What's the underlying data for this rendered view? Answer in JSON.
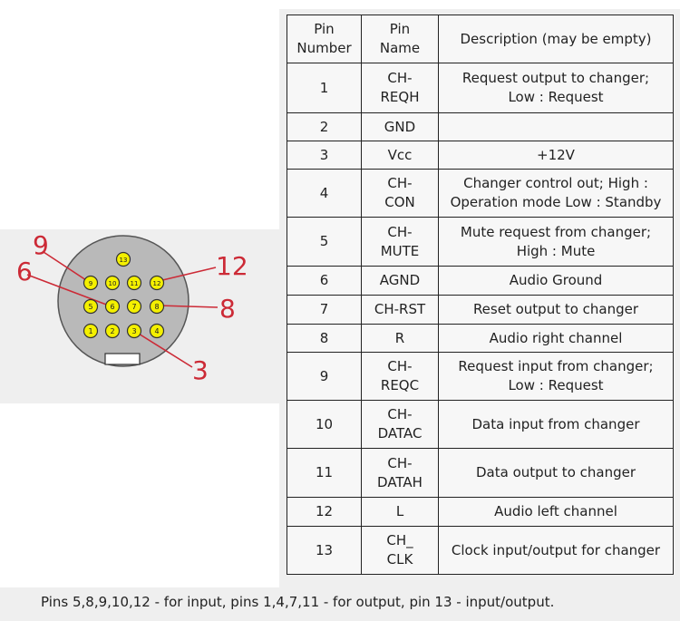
{
  "table": {
    "headers": [
      "Pin\nNumber",
      "Pin\nName",
      "Description (may be empty)"
    ],
    "rows": [
      {
        "num": "1",
        "name": "CH-\nREQH",
        "desc": "Request output to changer;\nLow : Request"
      },
      {
        "num": "2",
        "name": "GND",
        "desc": ""
      },
      {
        "num": "3",
        "name": "Vcc",
        "desc": "+12V"
      },
      {
        "num": "4",
        "name": "CH-\nCON",
        "desc": "Changer control out; High :\nOperation mode Low : Standby"
      },
      {
        "num": "5",
        "name": "CH-\nMUTE",
        "desc": "Mute request from changer;\nHigh : Mute"
      },
      {
        "num": "6",
        "name": "AGND",
        "desc": "Audio Ground"
      },
      {
        "num": "7",
        "name": "CH-RST",
        "desc": "Reset output to changer"
      },
      {
        "num": "8",
        "name": "R",
        "desc": "Audio right channel"
      },
      {
        "num": "9",
        "name": "CH-\nREQC",
        "desc": "Request input from changer;\nLow : Request"
      },
      {
        "num": "10",
        "name": "CH-\nDATAC",
        "desc": "Data input from changer"
      },
      {
        "num": "11",
        "name": "CH-\nDATAH",
        "desc": "Data output to changer"
      },
      {
        "num": "12",
        "name": "L",
        "desc": "Audio left channel"
      },
      {
        "num": "13",
        "name": "CH_\nCLK",
        "desc": "Clock input/output for changer"
      }
    ]
  },
  "connector": {
    "pin_labels": [
      "1",
      "2",
      "3",
      "4",
      "5",
      "6",
      "7",
      "8",
      "9",
      "10",
      "11",
      "12",
      "13"
    ],
    "callouts": [
      "9",
      "6",
      "12",
      "8",
      "3"
    ],
    "colors": {
      "body": "#b9b9b9",
      "pin_fill": "#f4f000",
      "pin_stroke": "#333333",
      "callout": "#cc2a36"
    }
  },
  "footer": "Pins 5,8,9,10,12 - for input, pins 1,4,7,11 - for output, pin 13 - input/output."
}
